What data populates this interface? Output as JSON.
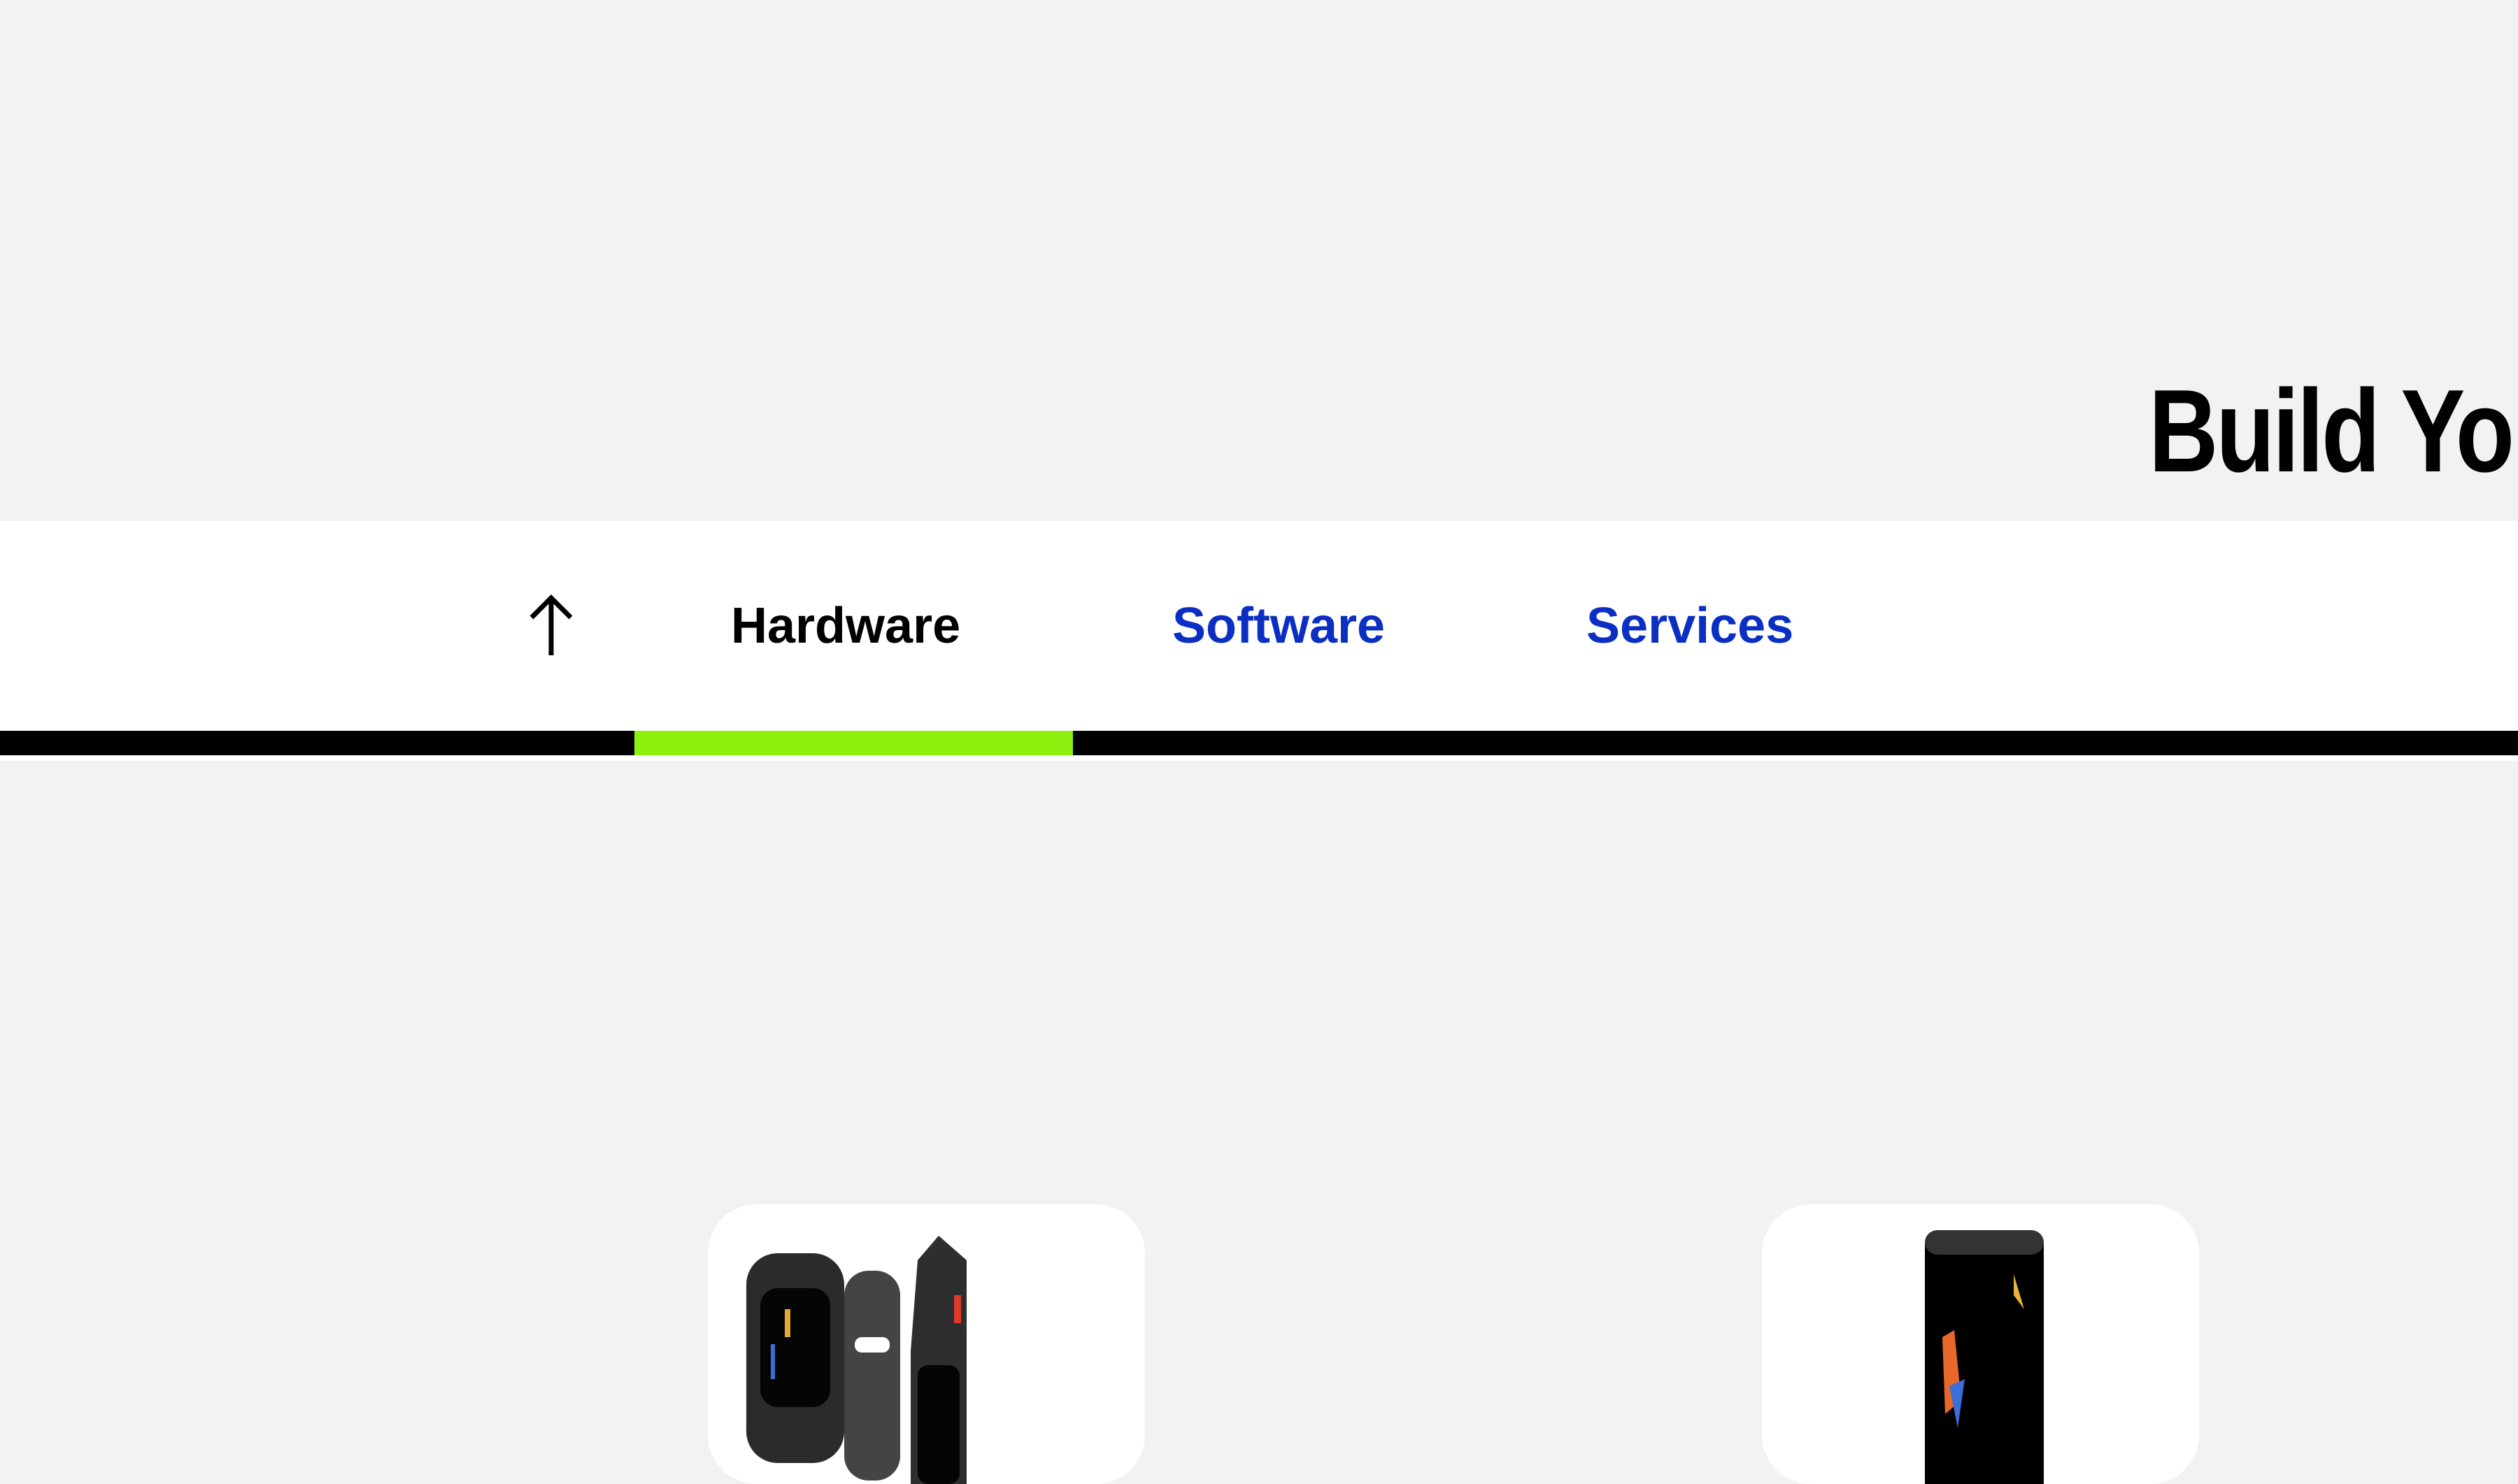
{
  "hero": {
    "title": "Build You"
  },
  "nav": {
    "scroll_top_icon": "arrow-up-icon",
    "tabs": [
      {
        "label": "Hardware",
        "active": true
      },
      {
        "label": "Software",
        "active": false
      },
      {
        "label": "Services",
        "active": false
      }
    ]
  },
  "colors": {
    "accent": "#8ef00f",
    "link": "#0a2fc2",
    "background": "#f2f2f2"
  },
  "cards": [
    {
      "image": "smartwatch-product-image"
    },
    {
      "image": "smartphone-product-image"
    }
  ]
}
